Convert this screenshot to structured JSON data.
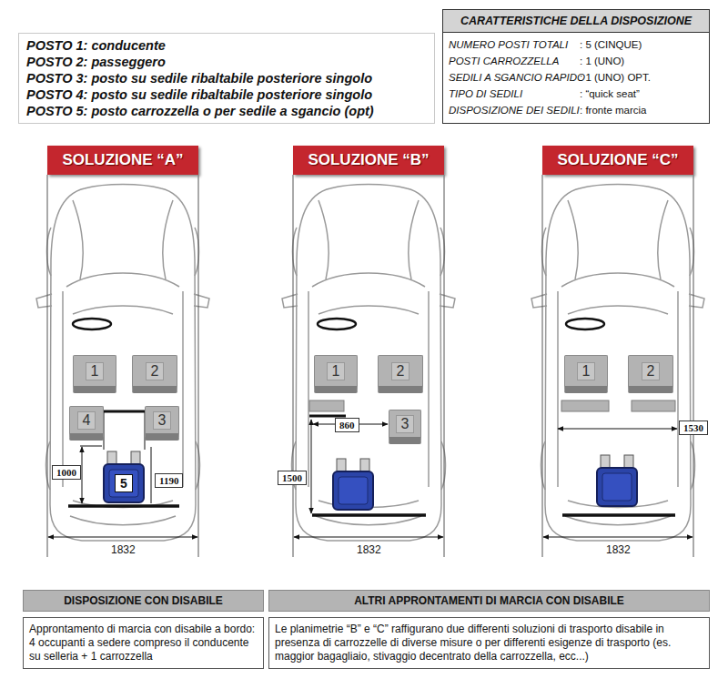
{
  "diagram": {
    "nodes": [
      {
        "text": [
          "POSTO 1: conducente",
          "POSTO 2: passeggero",
          "POSTO 3: posto su sedile ribaltabile posteriore singolo",
          "POSTO 4: posto su sedile ribaltabile posteriore singolo",
          "POSTO 5: posto carrozzella o per sedile a sgancio (opt)"
        ]
      },
      {
        "text": [
          "CARATTERISTICHE DELLA DISPOSIZIONE",
          "NUMERO POSTI TOTALI",
          ": 5 (CINQUE)",
          "POSTI CARROZZELLA",
          ": 1 (UNO)",
          "SEDILI A SGANCIO RAPIDO",
          ": 1 (UNO) OPT.",
          "TIPO DI SEDILI",
          ": “quick seat”",
          "DISPOSIZIONE DEI SEDILI",
          ": fronte marcia"
        ]
      },
      {
        "text": [
          "SOLUZIONE “A”"
        ]
      },
      {
        "text": [
          "SOLUZIONE “B”"
        ]
      },
      {
        "text": [
          "SOLUZIONE “C”"
        ]
      },
      {
        "text": [
          "1"
        ]
      },
      {
        "text": [
          "2"
        ]
      },
      {
        "text": [
          "4"
        ]
      },
      {
        "text": [
          "3"
        ]
      },
      {
        "text": [
          "5"
        ]
      },
      {
        "text": [
          "1"
        ]
      },
      {
        "text": [
          "2"
        ]
      },
      {
        "text": [
          "3"
        ]
      },
      {
        "text": [
          "1"
        ]
      },
      {
        "text": [
          "2"
        ]
      },
      {
        "text": [
          "DISPOSIZIONE CON DISABILE",
          "Approntamento di marcia con disabile a bordo: 4 occupanti a sedere compreso il conducente su selleria + 1 carrozzella"
        ]
      },
      {
        "text": [
          "ALTRI APPRONTAMENTI DI MARCIA CON DISABILE",
          "Le planimetrie “B” e “C” raffigurano due differenti soluzioni di trasporto disabile in presenza di carrozzelle di diverse misure o per differenti esigenze di trasporto (es. maggior bagagliaio, stivaggio decentrato della carrozzella, ecc...)"
        ]
      }
    ],
    "labels": [
      "1000",
      "1190",
      "1832",
      "860",
      "1500",
      "1832",
      "1530",
      "1832"
    ]
  }
}
